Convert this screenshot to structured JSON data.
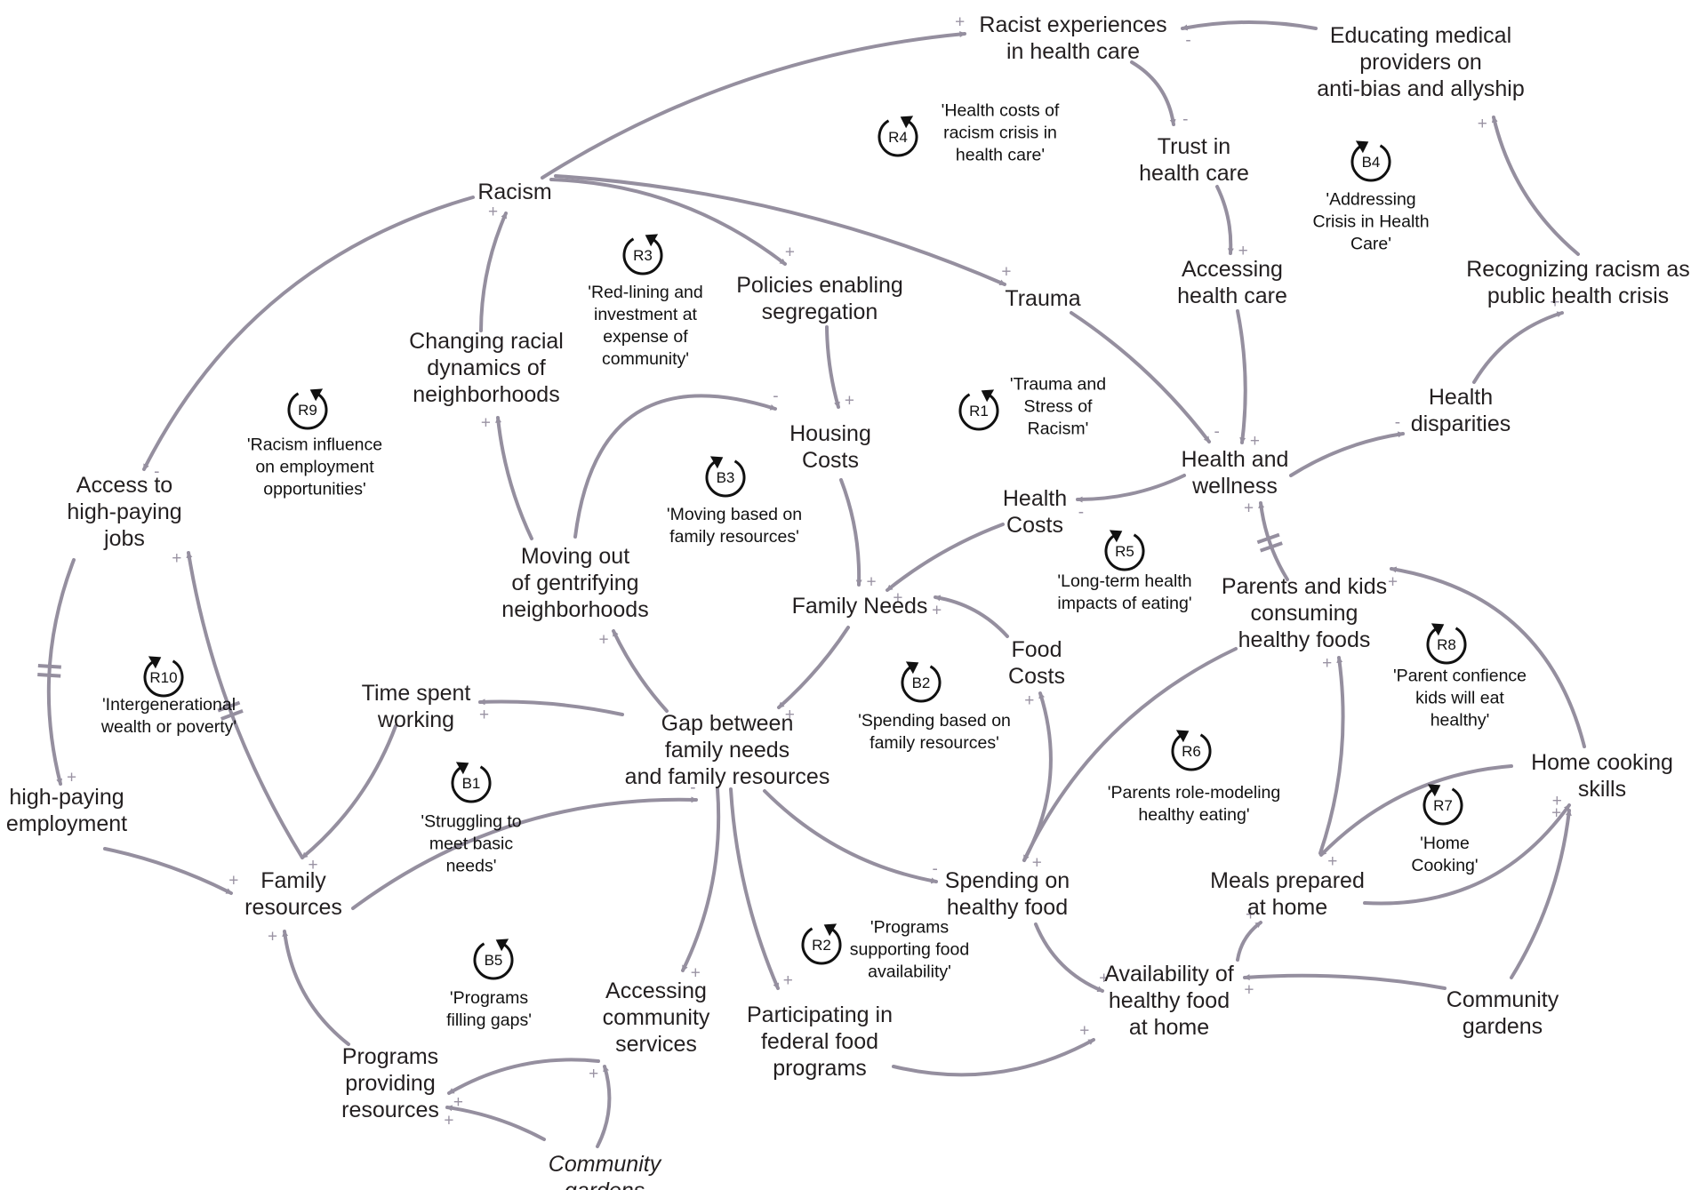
{
  "colors": {
    "edge": "#958f9f",
    "text": "#231f20",
    "loop": "#111111",
    "polarity": "#9a93a3"
  },
  "nodes": [
    {
      "id": "racist-experiences",
      "lines": [
        "Racist experiences",
        "in health care"
      ]
    },
    {
      "id": "educating-providers",
      "lines": [
        "Educating medical",
        "providers on",
        "anti-bias and allyship"
      ]
    },
    {
      "id": "trust",
      "lines": [
        "Trust in",
        "health care"
      ]
    },
    {
      "id": "racism",
      "lines": [
        "Racism"
      ]
    },
    {
      "id": "accessing-health-care",
      "lines": [
        "Accessing",
        "health care"
      ]
    },
    {
      "id": "policies",
      "lines": [
        "Policies enabling",
        "segregation"
      ]
    },
    {
      "id": "trauma",
      "lines": [
        "Trauma"
      ]
    },
    {
      "id": "recognizing",
      "lines": [
        "Recognizing racism as",
        "public health crisis"
      ]
    },
    {
      "id": "changing-dynamics",
      "lines": [
        "Changing racial",
        "dynamics of",
        "neighborhoods"
      ]
    },
    {
      "id": "health-disparities",
      "lines": [
        "Health",
        "disparities"
      ]
    },
    {
      "id": "housing-costs",
      "lines": [
        "Housing",
        "Costs"
      ]
    },
    {
      "id": "health-wellness",
      "lines": [
        "Health and",
        "wellness"
      ]
    },
    {
      "id": "access-jobs",
      "lines": [
        "Access to",
        "high-paying",
        "jobs"
      ]
    },
    {
      "id": "health-costs",
      "lines": [
        "Health",
        "Costs"
      ]
    },
    {
      "id": "moving-out",
      "lines": [
        "Moving out",
        "of gentrifying",
        "neighborhoods"
      ]
    },
    {
      "id": "parents-kids",
      "lines": [
        "Parents and kids",
        "consuming",
        "healthy foods"
      ]
    },
    {
      "id": "family-needs",
      "lines": [
        "Family Needs"
      ]
    },
    {
      "id": "food-costs",
      "lines": [
        "Food",
        "Costs"
      ]
    },
    {
      "id": "time-working",
      "lines": [
        "Time spent",
        "working"
      ]
    },
    {
      "id": "gap",
      "lines": [
        "Gap between",
        "family needs",
        "and family resources"
      ]
    },
    {
      "id": "home-cooking",
      "lines": [
        "Home cooking",
        "skills"
      ]
    },
    {
      "id": "high-paying-employment",
      "lines": [
        "high-paying",
        "employment"
      ]
    },
    {
      "id": "family-resources",
      "lines": [
        "Family",
        "resources"
      ]
    },
    {
      "id": "spending-healthy-food",
      "lines": [
        "Spending on",
        "healthy food"
      ]
    },
    {
      "id": "meals-home",
      "lines": [
        "Meals prepared",
        "at home"
      ]
    },
    {
      "id": "availability",
      "lines": [
        "Availability of",
        "healthy food",
        "at home"
      ]
    },
    {
      "id": "accessing-community",
      "lines": [
        "Accessing",
        "community",
        "services"
      ]
    },
    {
      "id": "community-gardens-right",
      "lines": [
        "Community",
        "gardens"
      ]
    },
    {
      "id": "participating-federal",
      "lines": [
        "Participating in",
        "federal food",
        "programs"
      ]
    },
    {
      "id": "programs-providing",
      "lines": [
        "Programs",
        "providing",
        "resources"
      ]
    },
    {
      "id": "community-gardens-bottom",
      "lines": [
        "Community",
        "gardens"
      ]
    }
  ],
  "loops": [
    {
      "id": "R4",
      "lines": [
        "'Health costs of",
        "racism crisis in",
        "health care'"
      ]
    },
    {
      "id": "B4",
      "lines": [
        "'Addressing",
        "Crisis in Health",
        "Care'"
      ]
    },
    {
      "id": "R3",
      "lines": [
        "'Red-lining and",
        "investment at",
        "expense of",
        "community'"
      ]
    },
    {
      "id": "R1",
      "lines": [
        "'Trauma and",
        "Stress of",
        "Racism'"
      ]
    },
    {
      "id": "R9",
      "lines": [
        "'Racism influence",
        "on employment",
        "opportunities'"
      ]
    },
    {
      "id": "B3",
      "lines": [
        "'Moving based on",
        "family resources'"
      ]
    },
    {
      "id": "R5",
      "lines": [
        "'Long-term health",
        "impacts of eating'"
      ]
    },
    {
      "id": "R10",
      "lines": [
        "'Intergenerational",
        "wealth or poverty'"
      ]
    },
    {
      "id": "B2",
      "lines": [
        "'Spending based on",
        "family resources'"
      ]
    },
    {
      "id": "R8",
      "lines": [
        "'Parent confience",
        "kids will eat",
        "healthy'"
      ]
    },
    {
      "id": "R6",
      "lines": [
        "'Parents role-modeling",
        "healthy eating'"
      ]
    },
    {
      "id": "B1",
      "lines": [
        "'Struggling to",
        "meet basic",
        "needs'"
      ]
    },
    {
      "id": "R7",
      "lines": [
        "'Home",
        "Cooking'"
      ]
    },
    {
      "id": "R2",
      "lines": [
        "'Programs",
        "supporting food",
        "availability'"
      ]
    },
    {
      "id": "B5",
      "lines": [
        "'Programs",
        "filling gaps'"
      ]
    }
  ],
  "links": [
    {
      "from": "racism",
      "to": "racist-experiences",
      "polarity": "+"
    },
    {
      "from": "educating-providers",
      "to": "racist-experiences",
      "polarity": "-"
    },
    {
      "from": "racist-experiences",
      "to": "trust",
      "polarity": "-"
    },
    {
      "from": "trust",
      "to": "accessing-health-care",
      "polarity": "+"
    },
    {
      "from": "accessing-health-care",
      "to": "health-wellness",
      "polarity": "+"
    },
    {
      "from": "racism",
      "to": "policies",
      "polarity": "+"
    },
    {
      "from": "racism",
      "to": "trauma",
      "polarity": "+"
    },
    {
      "from": "trauma",
      "to": "health-wellness",
      "polarity": "-"
    },
    {
      "from": "racism",
      "to": "access-jobs",
      "polarity": "-"
    },
    {
      "from": "changing-dynamics",
      "to": "racism",
      "polarity": "+"
    },
    {
      "from": "moving-out",
      "to": "changing-dynamics",
      "polarity": "+"
    },
    {
      "from": "moving-out",
      "to": "housing-costs",
      "polarity": "-"
    },
    {
      "from": "policies",
      "to": "housing-costs",
      "polarity": "+"
    },
    {
      "from": "housing-costs",
      "to": "family-needs",
      "polarity": "+"
    },
    {
      "from": "health-costs",
      "to": "family-needs",
      "polarity": "+"
    },
    {
      "from": "food-costs",
      "to": "family-needs",
      "polarity": "+"
    },
    {
      "from": "family-needs",
      "to": "gap",
      "polarity": "+"
    },
    {
      "from": "health-wellness",
      "to": "health-costs",
      "polarity": "-"
    },
    {
      "from": "health-wellness",
      "to": "health-disparities",
      "polarity": "-"
    },
    {
      "from": "health-disparities",
      "to": "recognizing",
      "polarity": "+"
    },
    {
      "from": "recognizing",
      "to": "educating-providers",
      "polarity": "+"
    },
    {
      "from": "parents-kids",
      "to": "health-wellness",
      "polarity": "+",
      "delay": true
    },
    {
      "from": "gap",
      "to": "moving-out",
      "polarity": "+"
    },
    {
      "from": "gap",
      "to": "time-working",
      "polarity": "+"
    },
    {
      "from": "time-working",
      "to": "family-resources",
      "polarity": "+"
    },
    {
      "from": "family-resources",
      "to": "gap",
      "polarity": "-"
    },
    {
      "from": "family-resources",
      "to": "access-jobs",
      "polarity": "+",
      "delay": true
    },
    {
      "from": "access-jobs",
      "to": "high-paying-employment",
      "polarity": "+",
      "delay": true
    },
    {
      "from": "high-paying-employment",
      "to": "family-resources",
      "polarity": "+"
    },
    {
      "from": "gap",
      "to": "spending-healthy-food",
      "polarity": "-"
    },
    {
      "from": "spending-healthy-food",
      "to": "food-costs",
      "polarity": "+"
    },
    {
      "from": "parents-kids",
      "to": "spending-healthy-food",
      "polarity": "+"
    },
    {
      "from": "spending-healthy-food",
      "to": "availability",
      "polarity": "+"
    },
    {
      "from": "gap",
      "to": "accessing-community",
      "polarity": "+"
    },
    {
      "from": "gap",
      "to": "participating-federal",
      "polarity": "+"
    },
    {
      "from": "participating-federal",
      "to": "availability",
      "polarity": "+"
    },
    {
      "from": "availability",
      "to": "meals-home",
      "polarity": "+"
    },
    {
      "from": "meals-home",
      "to": "parents-kids",
      "polarity": "+"
    },
    {
      "from": "home-cooking",
      "to": "meals-home",
      "polarity": "+"
    },
    {
      "from": "meals-home",
      "to": "home-cooking",
      "polarity": "+"
    },
    {
      "from": "home-cooking",
      "to": "parents-kids",
      "polarity": "+"
    },
    {
      "from": "community-gardens-right",
      "to": "availability",
      "polarity": "+"
    },
    {
      "from": "community-gardens-right",
      "to": "home-cooking",
      "polarity": "+"
    },
    {
      "from": "accessing-community",
      "to": "programs-providing",
      "polarity": "+"
    },
    {
      "from": "programs-providing",
      "to": "family-resources",
      "polarity": "+"
    },
    {
      "from": "community-gardens-bottom",
      "to": "programs-providing",
      "polarity": "+"
    },
    {
      "from": "community-gardens-bottom",
      "to": "accessing-community",
      "polarity": "+"
    }
  ]
}
